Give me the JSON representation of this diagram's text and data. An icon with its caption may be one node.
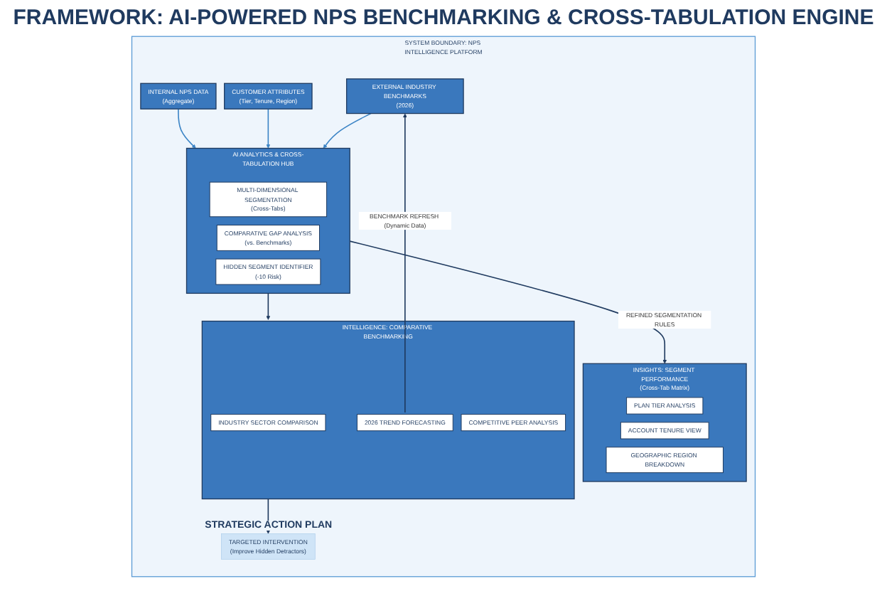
{
  "diagram": {
    "title": "FRAMEWORK: AI-POWERED NPS BENCHMARKING & CROSS-TABULATION ENGINE",
    "nodes": [
      {
        "text": [
          "SYSTEM BOUNDARY: NPS INTELLIGENCE PLATFORM"
        ]
      },
      {
        "text": [
          "INTERNAL NPS DATA",
          "(Aggregate)"
        ],
        "in": 0
      },
      {
        "text": [
          "CUSTOMER ATTRIBUTES",
          "(Tier, Tenure, Region)"
        ],
        "in": 0
      },
      {
        "text": [
          "EXTERNAL INDUSTRY BENCHMARKS",
          "(2026)"
        ],
        "in": 0
      },
      {
        "text": [
          "AI ANALYTICS & CROSS-TABULATION HUB"
        ],
        "in": 0
      },
      {
        "text": [
          "MULTI-DIMENSIONAL SEGMENTATION",
          "(Cross-Tabs)"
        ],
        "in": 4
      },
      {
        "text": [
          "COMPARATIVE GAP ANALYSIS",
          "(vs. Benchmarks)"
        ],
        "in": 4
      },
      {
        "text": [
          "HIDDEN SEGMENT IDENTIFIER",
          "(-10 Risk)"
        ],
        "in": 4
      },
      {
        "text": [
          "INSIGHTS: SEGMENT PERFORMANCE",
          "(Cross-Tab Matrix)"
        ],
        "in": 0
      },
      {
        "text": [
          "PLAN TIER ANALYSIS"
        ],
        "in": 8
      },
      {
        "text": [
          "ACCOUNT TENURE VIEW"
        ],
        "in": 8
      },
      {
        "text": [
          "GEOGRAPHIC REGION BREAKDOWN"
        ],
        "in": 8
      },
      {
        "text": [
          "INTELLIGENCE: COMPARATIVE BENCHMARKING"
        ],
        "in": 0
      },
      {
        "text": [
          "INDUSTRY SECTOR COMPARISON"
        ],
        "in": 12
      },
      {
        "text": [
          "COMPETITIVE PEER ANALYSIS"
        ],
        "in": 12
      },
      {
        "text": [
          "2026 TREND FORECASTING"
        ],
        "in": 12
      },
      {
        "text": [
          "TARGETED INTERVENTION",
          "(Improve Hidden Detractors)"
        ],
        "in": 0,
        "beside": [
          "STRATEGIC ACTION PLAN"
        ]
      }
    ],
    "edges": [
      {
        "from": 1,
        "to": 4,
        "arrow": "to",
        "color": "#3d85c6"
      },
      {
        "from": 2,
        "to": 4,
        "arrow": "to",
        "color": "#3d85c6"
      },
      {
        "from": 3,
        "to": 4,
        "arrow": "to",
        "color": "#3d85c6"
      },
      {
        "from": 4,
        "to": 8,
        "arrow": "to",
        "label": "REFINED SEGMENTATION RULES"
      },
      {
        "from": 4,
        "to": 12,
        "arrow": "to"
      },
      {
        "from": 12,
        "to": 16,
        "arrow": "to"
      },
      {
        "from": 15,
        "to": 3,
        "arrow": "to",
        "label": "BENCHMARK REFRESH (Dynamic Data)"
      }
    ]
  }
}
